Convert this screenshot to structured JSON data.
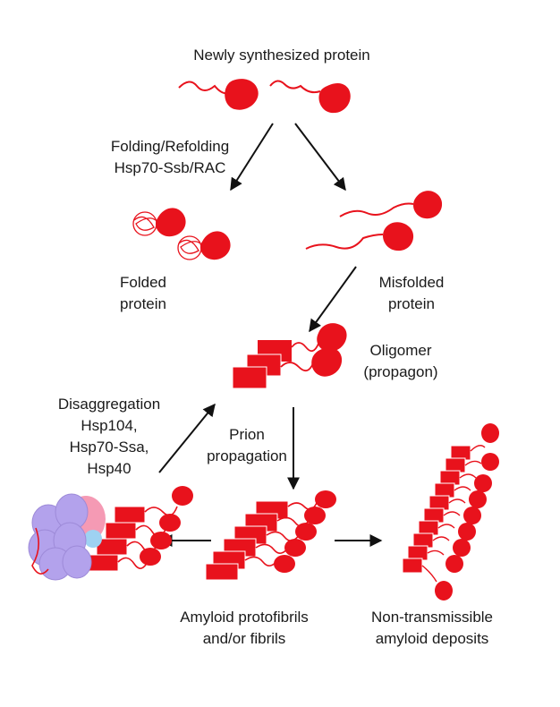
{
  "title": "Newly synthesized protein",
  "folding": {
    "line1": "Folding/Refolding",
    "line2": "Hsp70-Ssb/RAC"
  },
  "folded": {
    "line1": "Folded",
    "line2": "protein"
  },
  "misfolded": {
    "line1": "Misfolded",
    "line2": "protein"
  },
  "oligomer": {
    "line1": "Oligomer",
    "line2": "(propagon)"
  },
  "disaggregation": {
    "line1": "Disaggregation",
    "line2": "Hsp104,",
    "line3": "Hsp70-Ssa,",
    "line4": "Hsp40"
  },
  "prion": {
    "line1": "Prion",
    "line2": "propagation"
  },
  "amyloid": {
    "line1": "Amyloid protofibrils",
    "line2": "and/or fibrils"
  },
  "deposits": {
    "line1": "Non-transmissible",
    "line2": "amyloid deposits"
  },
  "colors": {
    "protein": "#e8121c",
    "chaperone": "#b3a2ec",
    "chaperone_dark": "#9d8ad8",
    "pink": "#f59ab4",
    "blue": "#9ed2f2",
    "text": "#1a1a1a"
  }
}
